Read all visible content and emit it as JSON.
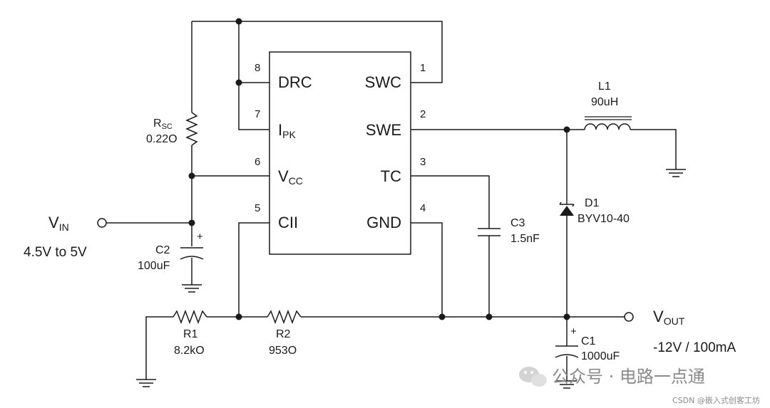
{
  "ic": {
    "pins": {
      "p1": "1",
      "p2": "2",
      "p3": "3",
      "p4": "4",
      "p5": "5",
      "p6": "6",
      "p7": "7",
      "p8": "8"
    },
    "left_labels": {
      "drc": "DRC",
      "ipk_main": "I",
      "ipk_sub": "PK",
      "vcc_main": "V",
      "vcc_sub": "CC",
      "cii": "CII"
    },
    "right_labels": {
      "swc": "SWC",
      "swe": "SWE",
      "tc": "TC",
      "gnd": "GND"
    }
  },
  "components": {
    "rsc_main": "R",
    "rsc_sub": "SC",
    "rsc_value": "0.22O",
    "c2_name": "C2",
    "c2_value": "100uF",
    "c2_pol": "+",
    "c3_name": "C3",
    "c3_value": "1.5nF",
    "l1_name": "L1",
    "l1_value": "90uH",
    "d1_name": "D1",
    "d1_value": "BYV10-40",
    "r1_name": "R1",
    "r1_value": "8.2kO",
    "r2_name": "R2",
    "r2_value": "953O",
    "c1_name": "C1",
    "c1_value": "1000uF",
    "c1_pol": "+"
  },
  "io": {
    "vin_main": "V",
    "vin_sub": "IN",
    "vin_range": "4.5V to 5V",
    "vout_main": "V",
    "vout_sub": "OUT",
    "vout_spec": "-12V / 100mA"
  },
  "watermark": {
    "wechat_text": "公众号 · 电路一点通",
    "csdn_text": "CSDN @嵌入式创客工坊"
  }
}
